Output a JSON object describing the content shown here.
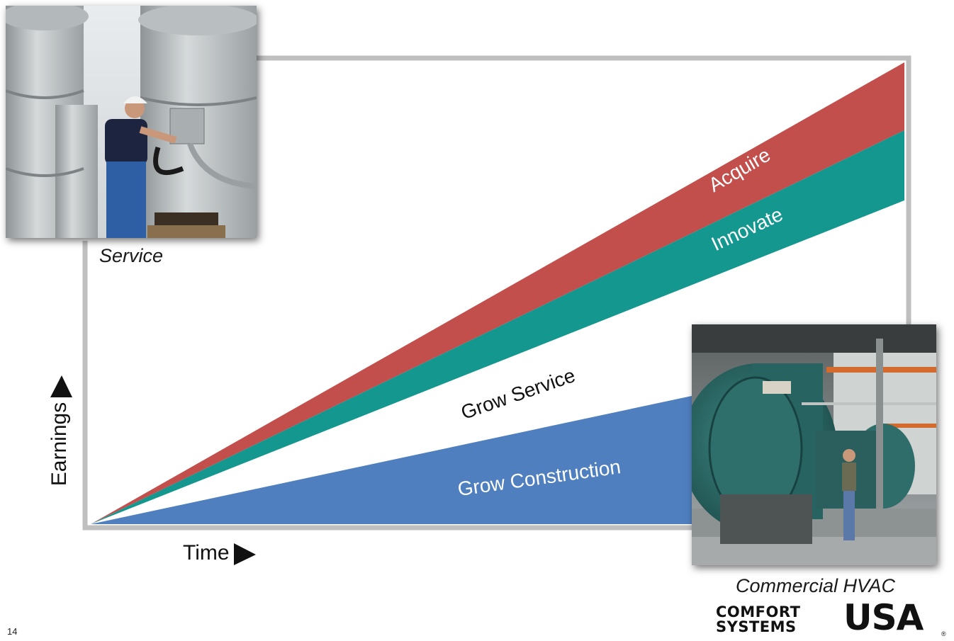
{
  "page_number": "14",
  "axes": {
    "x_label": "Time",
    "y_label": "Earnings"
  },
  "bands": [
    {
      "label": "Acquire",
      "color": "#c24f4c"
    },
    {
      "label": "Innovate",
      "color": "#13978f"
    },
    {
      "label": "Grow Service",
      "color": "#ffffff"
    },
    {
      "label": "Grow Construction",
      "color": "#4f7fbf"
    }
  ],
  "photos": {
    "service": {
      "caption": "Service"
    },
    "hvac": {
      "caption": "Commercial HVAC"
    }
  },
  "logo": {
    "line1": "COMFORT",
    "line2": "SYSTEMS",
    "mark": "USA",
    "registered": "®"
  },
  "colors": {
    "frame": "#bfbfbf",
    "acquire": "#c24f4c",
    "innovate": "#13978f",
    "construction": "#4f7fbf"
  }
}
